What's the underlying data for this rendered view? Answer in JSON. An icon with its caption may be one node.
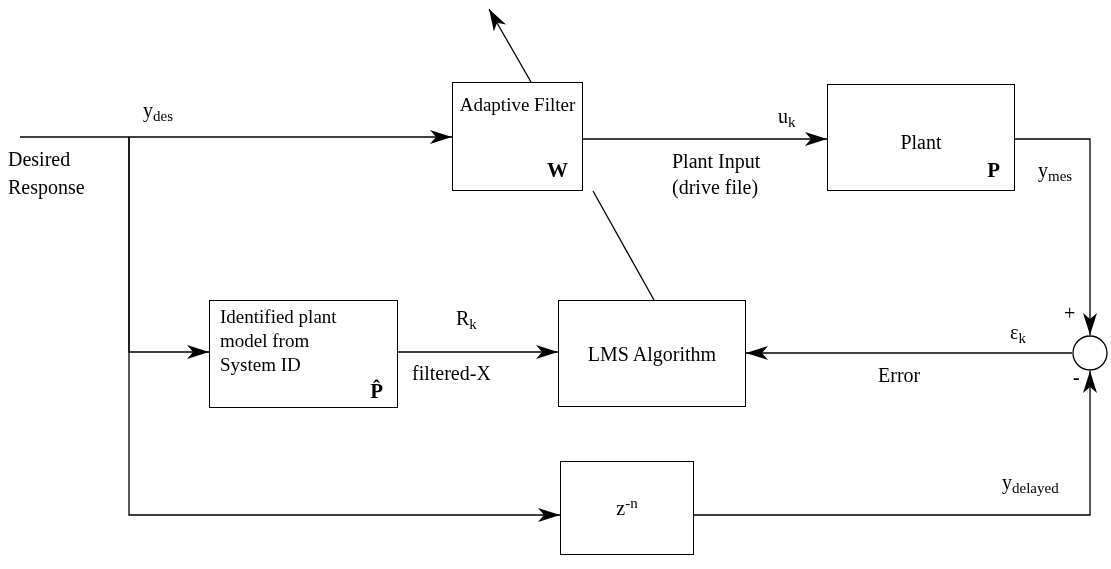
{
  "diagram": {
    "nodes": [
      {
        "text": [
          "Desired Response"
        ]
      },
      {
        "text": [
          "Adaptive Filter",
          "W"
        ]
      },
      {
        "text": [
          "Plant",
          "P"
        ]
      },
      {
        "text": [
          "Identified plant model from System ID",
          "P̂"
        ]
      },
      {
        "text": [
          "LMS Algorithm"
        ]
      },
      {
        "text": [
          "z$^{-n}$"
        ]
      },
      {
        "text": [],
        "shape": "circle"
      }
    ],
    "edges": [
      {
        "from": 0,
        "to": 1,
        "arrow": "to",
        "label": "y$_{des}$"
      },
      {
        "from": 0,
        "to": 3,
        "arrow": "to"
      },
      {
        "from": 0,
        "to": 5,
        "arrow": "to"
      },
      {
        "from": 1,
        "to": 2,
        "arrow": "to",
        "label": "u$_{k}$"
      },
      {
        "from": 2,
        "to": 6,
        "arrow": "to",
        "label": "y$_{mes}$"
      },
      {
        "from": 3,
        "to": 4,
        "arrow": "to",
        "label": "R$_{k}$"
      },
      {
        "from": 6,
        "to": 4,
        "arrow": "to",
        "label": "ε$_{k}$"
      },
      {
        "from": 5,
        "to": 6,
        "arrow": "to",
        "label": "y$_{delayed}$"
      },
      {
        "from": 4,
        "to": 1,
        "arrow": "none"
      },
      {
        "from": 1,
        "to": null,
        "arrow": "to"
      }
    ],
    "labels": [
      "Plant Input (drive file)",
      "filtered-X",
      "Error",
      "+",
      "-"
    ]
  }
}
